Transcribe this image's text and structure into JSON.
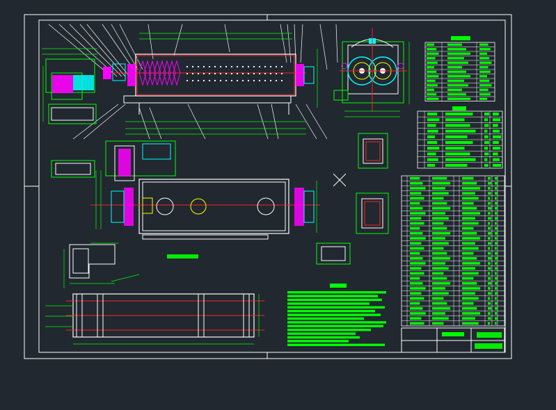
{
  "drawing": {
    "background": "#212830",
    "colors": {
      "frame": "#ffffff",
      "line": "#ffffff",
      "green": "#00ff00",
      "red": "#ff2020",
      "cyan": "#00ffff",
      "magenta": "#ff00ff",
      "yellow": "#ffff00",
      "blue": "#2040ff",
      "grey": "#9aa0a6"
    },
    "views": [
      {
        "name": "main-elevation-view"
      },
      {
        "name": "side-end-view"
      },
      {
        "name": "plan-view"
      },
      {
        "name": "detail-view"
      },
      {
        "name": "section-views"
      }
    ],
    "plan_view_caption": "",
    "tech_requirements_title": "",
    "title_block_label": "",
    "parts_table_rows": 30,
    "spec_table_rows": 10,
    "param_table_rows": 13
  }
}
